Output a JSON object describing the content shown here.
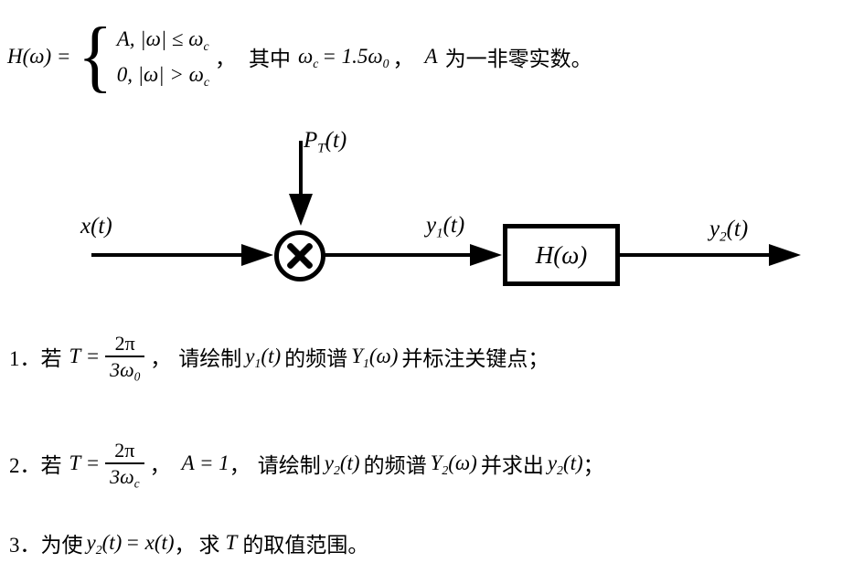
{
  "formula": {
    "lhs": "H(ω) =",
    "brace": "{",
    "cases": [
      {
        "main": "A, |ω| ≤ ω",
        "sub": "c"
      },
      {
        "main": "0, |ω| > ω",
        "sub": "c"
      }
    ],
    "after_brace": "，",
    "mid_cn": "其中",
    "wc": "ω",
    "wc_sub": "c",
    "eq15": "= 1.5",
    "w0": "ω",
    "w0_sub": "0",
    "mid_comma": "，",
    "tail_A": "A",
    "tail_cn": "为一非零实数。"
  },
  "diagram": {
    "pt_main": "P",
    "pt_sub": "T",
    "pt_tail": "(t)",
    "x_label": "x(t)",
    "y1_main": "y",
    "y1_sub": "1",
    "y1_tail": "(t)",
    "block_label": "H(ω)",
    "y2_main": "y",
    "y2_sub": "2",
    "y2_tail": "(t)"
  },
  "item1": {
    "num": "1．",
    "ruo": "若",
    "t_eq": "T =",
    "frac_num": "2π",
    "frac_den": "3ω",
    "frac_den_sub": "0",
    "comma": "，",
    "cn1": "请绘制",
    "y1_main": "y",
    "y1_sub": "1",
    "y1_tail": "(t)",
    "cn2": "的频谱",
    "Y1_main": "Y",
    "Y1_sub": "1",
    "Y1_tail": "(ω)",
    "cn3": "并标注关键点；"
  },
  "item2": {
    "num": "2．",
    "ruo": "若",
    "t_eq": "T =",
    "frac_num": "2π",
    "frac_den": "3ω",
    "frac_den_sub": "c",
    "comma": "，",
    "a_eq": "A = 1",
    "comma2": "，",
    "cn1": "请绘制",
    "y2_main": "y",
    "y2_sub": "2",
    "y2_tail": "(t)",
    "cn2": "的频谱",
    "Y2_main": "Y",
    "Y2_sub": "2",
    "Y2_tail": "(ω)",
    "cn3": "并求出",
    "y2b_main": "y",
    "y2b_sub": "2",
    "y2b_tail": "(t)",
    "semi": "；"
  },
  "item3": {
    "num": "3．",
    "cn1": "为使",
    "y2_main": "y",
    "y2_sub": "2",
    "y2_tail": "(t)",
    "eq": "= x(t)",
    "comma": "，",
    "cn2": "求",
    "T": "T",
    "cn3": "的取值范围。"
  }
}
